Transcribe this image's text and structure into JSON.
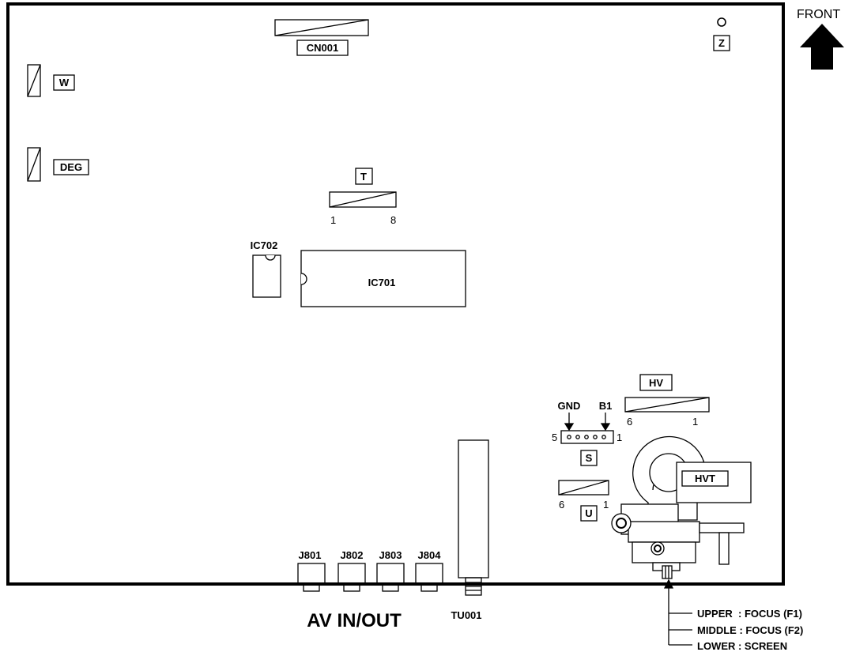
{
  "labels": {
    "cn001": "CN001",
    "z": "Z",
    "front": "FRONT",
    "w": "W",
    "deg": "DEG",
    "t": "T",
    "t_pin_left": "1",
    "t_pin_right": "8",
    "ic702": "IC702",
    "ic701": "IC701",
    "hv": "HV",
    "hv_pin_left": "6",
    "hv_pin_right": "1",
    "gnd": "GND",
    "b1": "B1",
    "s_pin_left": "5",
    "s_pin_right": "1",
    "s": "S",
    "hvt": "HVT",
    "u_pin_left": "6",
    "u_pin_right": "1",
    "u": "U",
    "j801": "J801",
    "j802": "J802",
    "j803": "J803",
    "j804": "J804",
    "av_in_out": "AV IN/OUT",
    "tu001": "TU001",
    "upper": "UPPER  : FOCUS (F1)",
    "middle": "MIDDLE : FOCUS (F2)",
    "lower": "LOWER : SCREEN"
  }
}
